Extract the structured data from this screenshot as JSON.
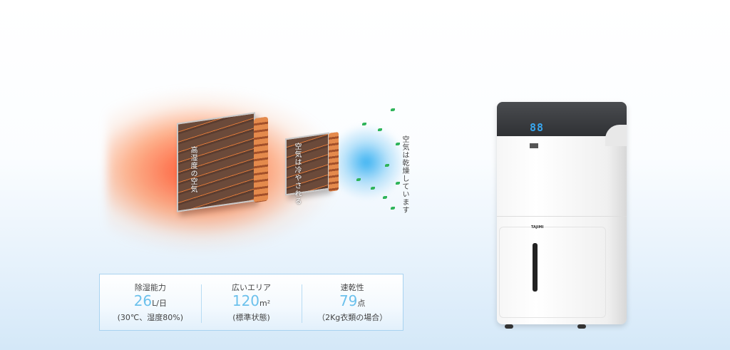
{
  "diagram": {
    "label_humid_air": "高湿度の空気",
    "label_cooled": "空気は冷やされる",
    "label_dried": "空気は乾燥しています"
  },
  "specs": [
    {
      "title": "除湿能力",
      "value": "26",
      "unit": "L/日",
      "note": "(30℃、湿度80%)"
    },
    {
      "title": "広いエリア",
      "value": "120",
      "unit": "m²",
      "note": "(標準状態)"
    },
    {
      "title": "速乾性",
      "value": "79",
      "unit": "点",
      "note": "（2Kg衣類の場合）"
    }
  ],
  "product": {
    "display": "88",
    "brand": "TAJIMI"
  },
  "colors": {
    "accent": "#6cc1ec",
    "border": "#a9d3f0"
  }
}
